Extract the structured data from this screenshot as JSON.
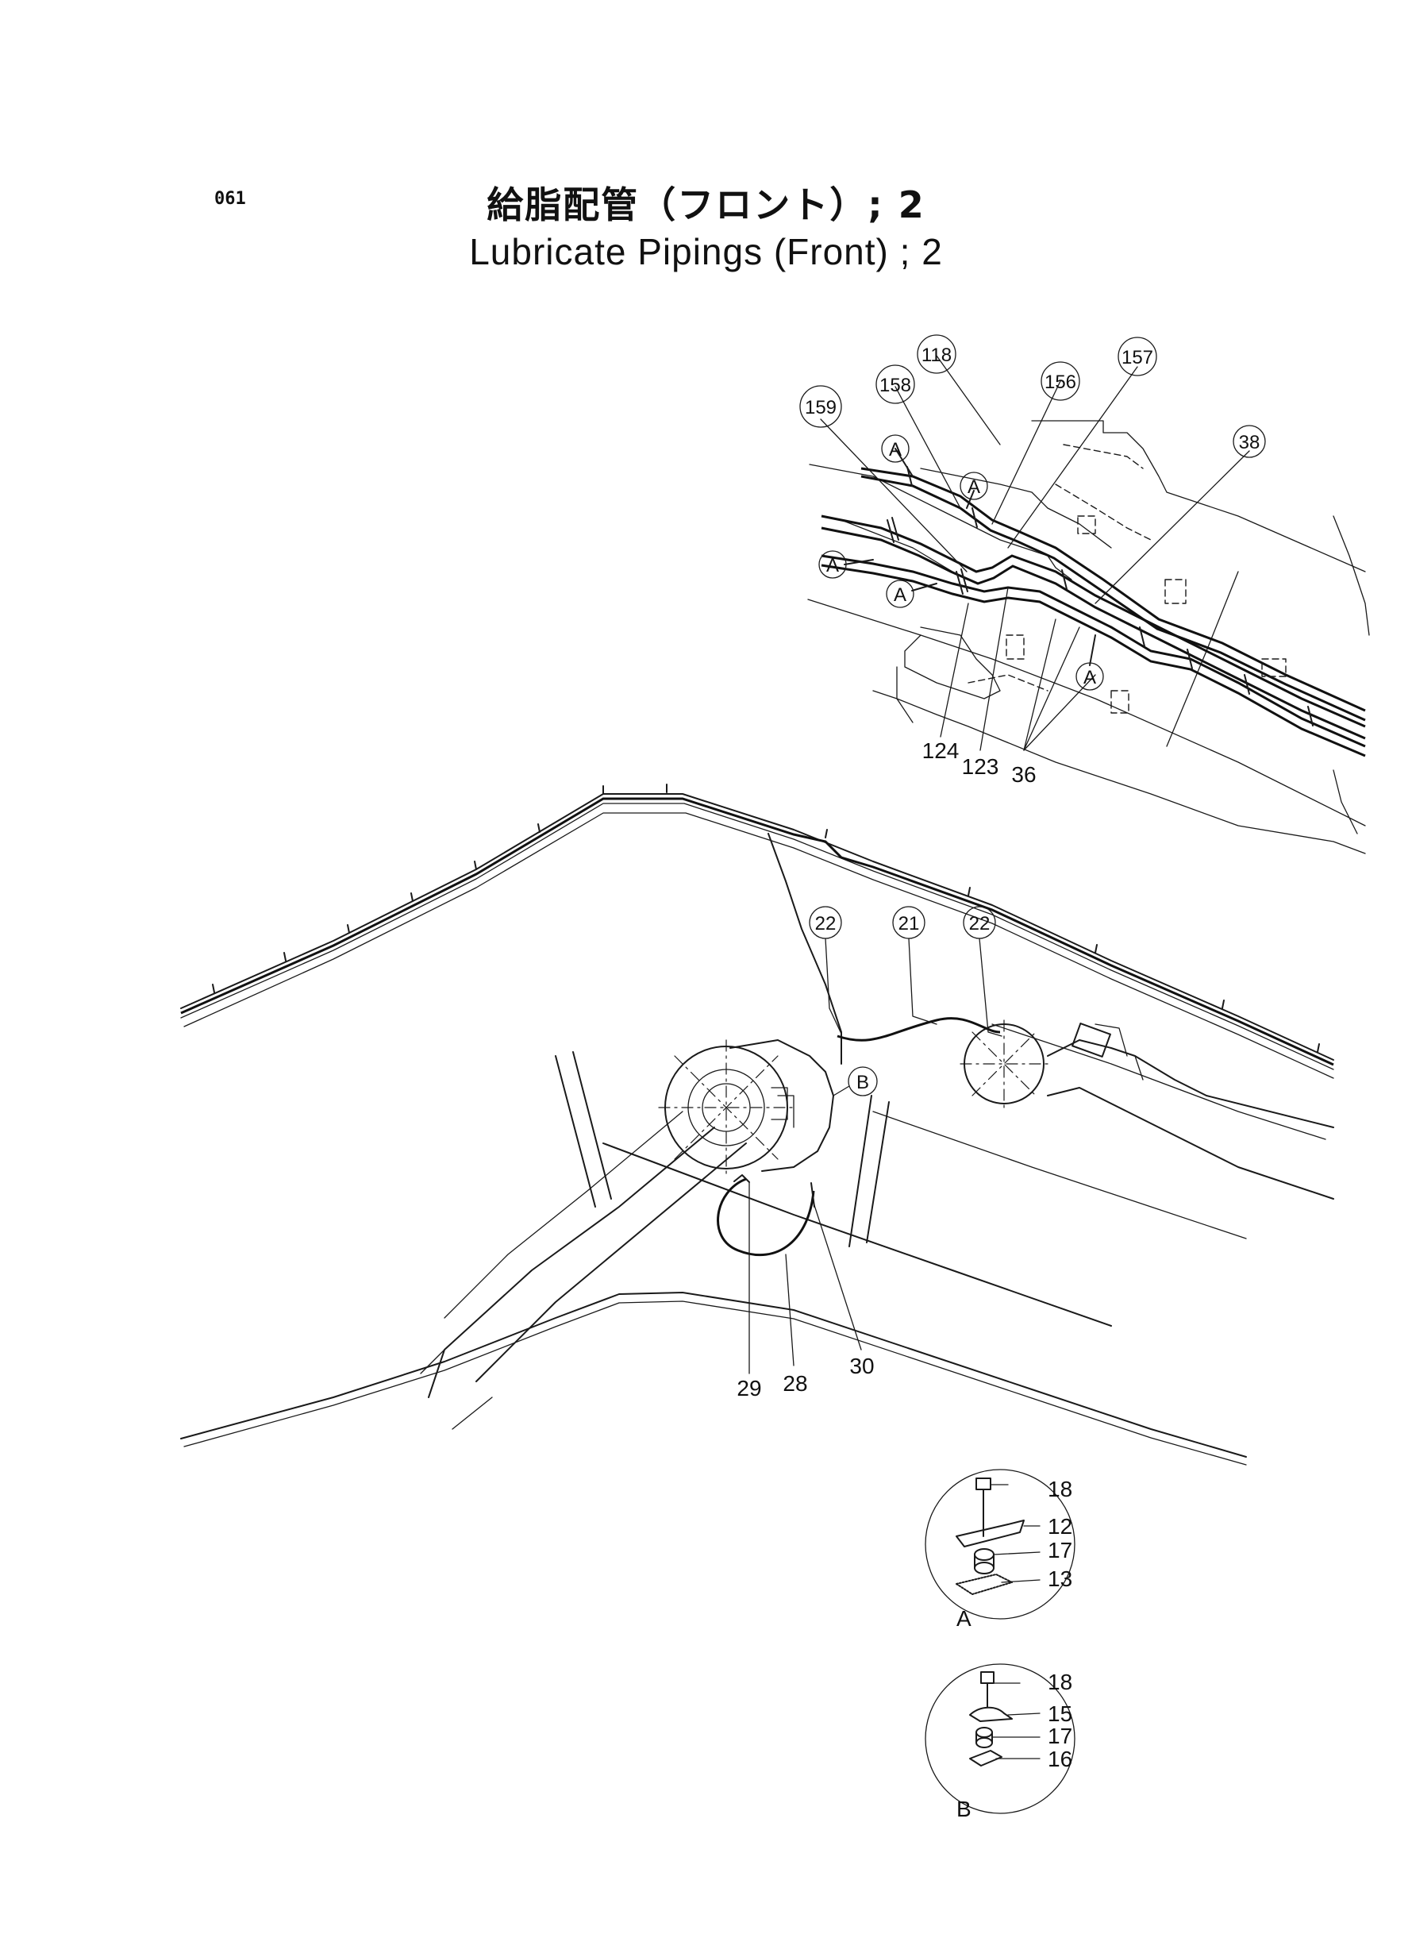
{
  "page": {
    "page_number": "061",
    "title_jp": "給脂配管（フロント）; 2",
    "title_en": "Lubricate  Pipings (Front) ; 2"
  },
  "top_view": {
    "circled_labels": [
      "118",
      "158",
      "156",
      "157",
      "159",
      "38",
      "A",
      "A",
      "A",
      "A",
      "A",
      "A"
    ],
    "plain_labels": [
      "124",
      "123",
      "36"
    ]
  },
  "side_view": {
    "circled_labels": [
      "22",
      "21",
      "22",
      "B"
    ],
    "plain_labels": [
      "29",
      "28",
      "30"
    ]
  },
  "detail_a": {
    "caption": "A",
    "labels": [
      "18",
      "12",
      "17",
      "13"
    ]
  },
  "detail_b": {
    "caption": "B",
    "labels": [
      "18",
      "15",
      "17",
      "16"
    ]
  }
}
